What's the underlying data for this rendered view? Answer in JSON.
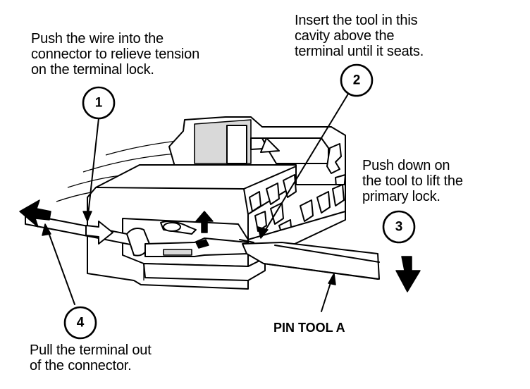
{
  "steps": [
    {
      "number": "1",
      "text": "Push the wire into the\nconnector to relieve tension\non the terminal lock."
    },
    {
      "number": "2",
      "text": "Insert the tool in this\ncavity above the\nterminal until it seats."
    },
    {
      "number": "3",
      "text": "Push down on\nthe tool to lift the\nprimary lock."
    },
    {
      "number": "4",
      "text": "Pull the terminal out\nof the connector."
    }
  ],
  "tool_label": "PIN TOOL A",
  "icons": [
    "connector-body",
    "pin-tool",
    "wire",
    "arrow-left-icon",
    "arrow-right-icon",
    "arrow-up-icon",
    "arrow-down-icon"
  ]
}
